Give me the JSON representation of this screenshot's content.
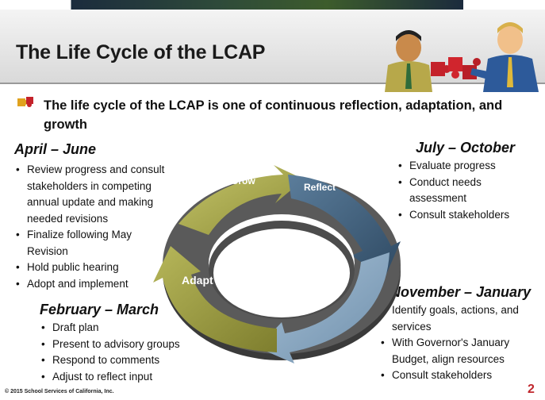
{
  "slide": {
    "title": "The Life Cycle of the LCAP",
    "intro": "The life cycle of the LCAP is one of continuous reflection, adaptation, and growth",
    "footer": "© 2015 School Services of California, Inc.",
    "page_number": "2"
  },
  "cycle": {
    "segments": [
      {
        "label": "Grow",
        "color": "#a6a64f"
      },
      {
        "label": "Reflect",
        "color": "#4b6d8a"
      },
      {
        "label": "Adapt",
        "color": "#8eaac2"
      },
      {
        "label": "Adapt",
        "color": "#9a9a3e"
      }
    ]
  },
  "periods": {
    "april_june": {
      "heading": "April – June",
      "items": [
        "Review progress and consult",
        "stakeholders in competing",
        "annual update and making",
        "needed revisions",
        "Finalize following May",
        "Revision",
        "Hold public hearing",
        "Adopt and implement"
      ]
    },
    "july_october": {
      "heading": "July – October",
      "items": [
        "Evaluate progress",
        "Conduct needs",
        "assessment",
        "Consult stakeholders"
      ]
    },
    "february_march": {
      "heading": "February – March",
      "items": [
        "Draft plan",
        "Present to advisory groups",
        "Respond to comments",
        "Adjust to reflect input"
      ]
    },
    "november_january": {
      "heading": "November – January",
      "items": [
        "Identify goals, actions, and",
        "services",
        "With Governor's January",
        "Budget, align resources",
        "Consult stakeholders"
      ]
    }
  },
  "icons": {
    "bullet_icon": "puzzle-piece-icon",
    "header_art": "people-puzzle-illustration"
  }
}
